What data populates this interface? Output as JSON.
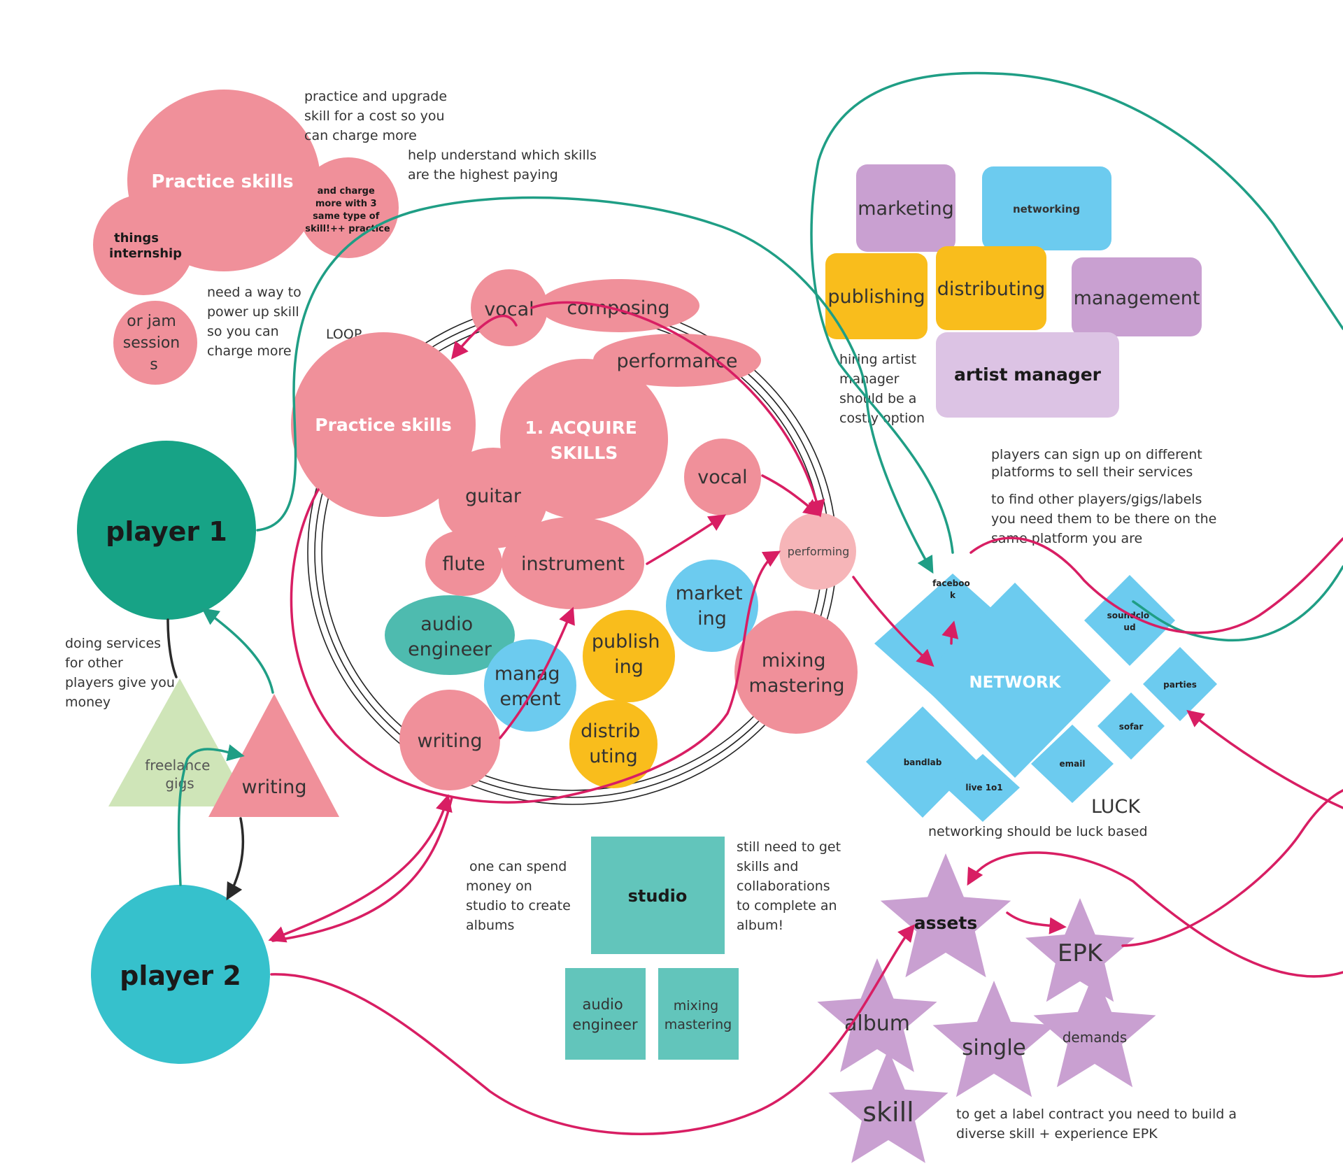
{
  "colors": {
    "pink": "#f0909a",
    "pink_light": "#f6b5b8",
    "teal_dark": "#17a386",
    "teal_light": "#36c1cc",
    "sky": "#6ccbef",
    "yellow": "#f9bd1c",
    "purple": "#c9a0d1",
    "lavender": "#dcc3e4",
    "studio": "#62c5bb",
    "seagreen": "#4ebbaf",
    "lightgreen": "#cfe5b8",
    "arrow_red": "#d81e63",
    "arrow_green": "#1f9e85",
    "arrow_dark": "#2a2a2a"
  },
  "top_cluster": {
    "practice": "Practice skills",
    "charge": [
      "and charge",
      "more with 3",
      "same type of",
      "skill!++ practice"
    ],
    "things": [
      "things",
      "internship"
    ],
    "jam": [
      "or jam",
      "session",
      "s"
    ]
  },
  "notes": {
    "practice_upgrade": [
      "practice and upgrade",
      "skill for a cost so you",
      "can charge more"
    ],
    "help_understand": [
      "help understand which skills",
      "are the highest paying"
    ],
    "power_up": [
      "need a way to",
      "power up skill",
      "so you can",
      "charge more"
    ],
    "loop": "LOOP",
    "doing_services": [
      "doing services",
      "for other",
      "players give you",
      "money"
    ],
    "hiring": [
      "hiring artist",
      "manager",
      "should be a",
      "costly option"
    ],
    "sign_up": [
      "players can sign up on different",
      "platforms to sell their services"
    ],
    "find_players": [
      "to find other players/gigs/labels",
      "you need them to be there on the",
      "same platform you are"
    ],
    "luck": "LUCK",
    "luck_note": "networking should be luck based",
    "spend": [
      "one can spend",
      "money on",
      "studio to create",
      "albums"
    ],
    "still_need": [
      "still need to get",
      "skills and",
      "collaborations",
      "to complete an",
      "album!"
    ],
    "label": [
      "to get a label contract you need to build a",
      "diverse skill + experience EPK"
    ]
  },
  "players": {
    "p1": "player 1",
    "p2": "player 2"
  },
  "triangles": {
    "freelance": [
      "freelance",
      "gigs"
    ],
    "writing": "writing"
  },
  "skills": {
    "vocal_top": "vocal",
    "composing": "composing",
    "performance": "performance",
    "practice": "Practice skills",
    "acquire": [
      "1. ACQUIRE",
      "SKILLS"
    ],
    "guitar": "guitar",
    "vocal": "vocal",
    "flute": "flute",
    "instrument": "instrument",
    "performing": "performing",
    "audio_engineer": [
      "audio",
      "engineer"
    ],
    "marketing": [
      "market",
      "ing"
    ],
    "publishing": [
      "publish",
      "ing"
    ],
    "management": [
      "manag",
      "ement"
    ],
    "mixing": [
      "mixing",
      "mastering"
    ],
    "writing": "writing",
    "distributing": [
      "distrib",
      "uting"
    ]
  },
  "boxes": {
    "marketing": "marketing",
    "networking": "networking",
    "publishing": "publishing",
    "distributing": "distributing",
    "management": "management",
    "artist_manager": "artist manager"
  },
  "network": {
    "center": "NETWORK",
    "facebook": [
      "faceboo",
      "k"
    ],
    "soundcloud": [
      "soundclo",
      "ud"
    ],
    "parties": "parties",
    "sofar": "sofar",
    "email": "email",
    "bandlab": "bandlab",
    "live": "live 1o1"
  },
  "studio": {
    "main": "studio",
    "audio": [
      "audio",
      "engineer"
    ],
    "mixing": [
      "mixing",
      "mastering"
    ]
  },
  "stars": {
    "assets": "assets",
    "epk": "EPK",
    "album": "album",
    "single": "single",
    "demands": "demands",
    "skill": "skill"
  }
}
